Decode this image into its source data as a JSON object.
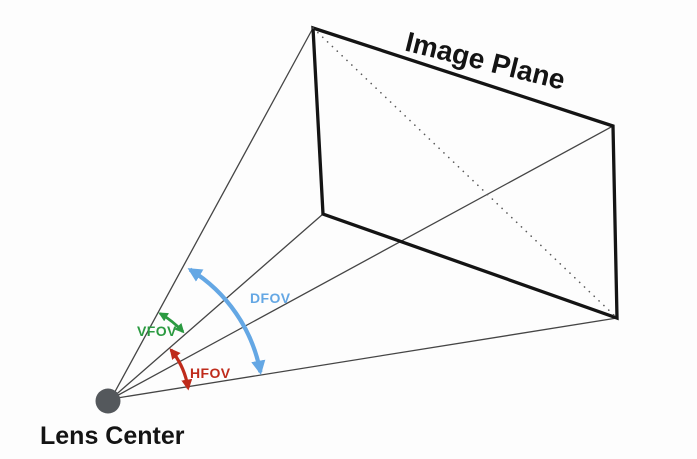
{
  "scene": {
    "image_plane_label": "Image Plane",
    "lens_center_label": "Lens Center"
  },
  "fov": {
    "vfov": {
      "label": "VFOV",
      "color": "#2b9a41"
    },
    "hfov": {
      "label": "HFOV",
      "color": "#bf2b1b"
    },
    "dfov": {
      "label": "DFOV",
      "color": "#64a7e4"
    }
  },
  "palette": {
    "background": "#fdfdfd",
    "plane_edge": "#141414",
    "ray": "#454545",
    "dotted_diagonal": "#5a5a5a",
    "lens_dot": "#54585c",
    "label_text": "#141414"
  }
}
